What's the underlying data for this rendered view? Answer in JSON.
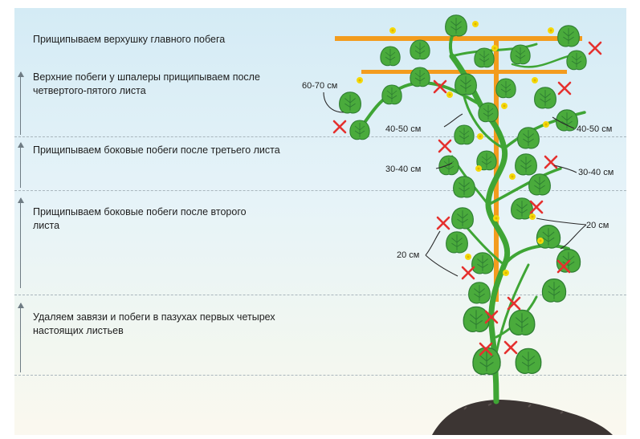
{
  "stages": [
    {
      "text": "Прищипываем верхушку главного побега"
    },
    {
      "text": "Верхние побеги у шпалеры прищипываем после четвертого-пятого листа"
    },
    {
      "text": "Прищипываем боковые побеги после третьего листа"
    },
    {
      "text": "Прищипываем боковые побеги после второго листа"
    },
    {
      "text": "Удаляем завязи и побеги в пазухах первых четырех настоящих листьев"
    }
  ],
  "measurements": {
    "m60_70": "60-70 см",
    "m40_50_left": "40-50 см",
    "m40_50_right": "40-50 см",
    "m30_40_left": "30-40 см",
    "m30_40_right": "30-40 см",
    "m20_right": "20 см",
    "m20_left": "20 см"
  },
  "colors": {
    "stem": "#3fa535",
    "leaf": "#4aab3c",
    "leaf_dark": "#2e7d32",
    "trellis": "#f39c1e",
    "flower": "#f5d90a",
    "pinch_mark": "#e5302e",
    "soil": "#3c3533"
  },
  "icons": [
    "pinch-x-icon",
    "up-arrow-icon",
    "leaf-icon",
    "flower-icon"
  ]
}
